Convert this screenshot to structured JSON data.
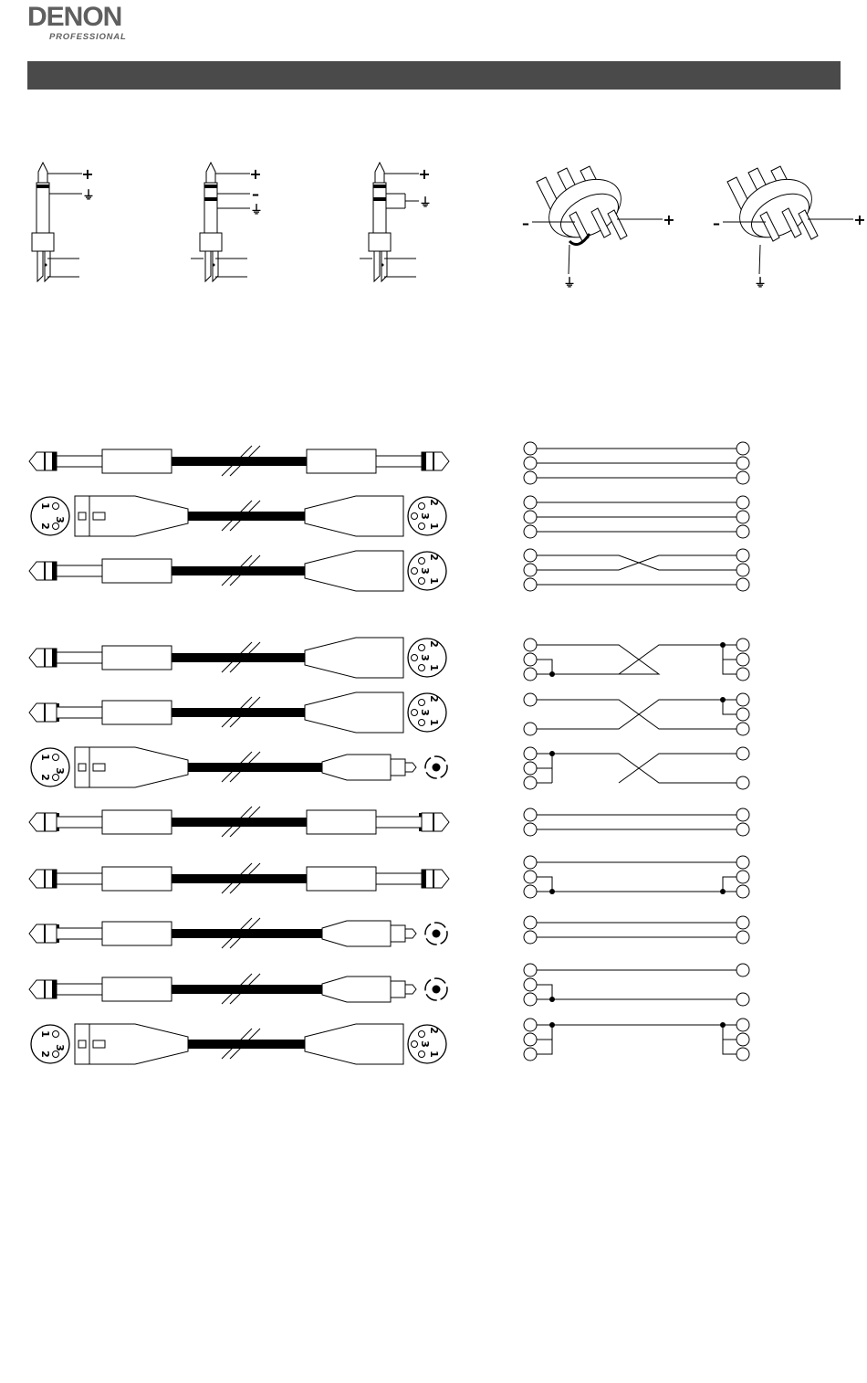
{
  "logo": {
    "brand": "DENON",
    "sub": "PROFESSIONAL",
    "color": "#5f5f5f"
  },
  "header_bar_color": "#4a4a4a",
  "symbols": {
    "plus": "+",
    "minus": "–",
    "ground": "⏚"
  },
  "xlr_pins": {
    "one": "1",
    "two": "2",
    "three": "3"
  }
}
